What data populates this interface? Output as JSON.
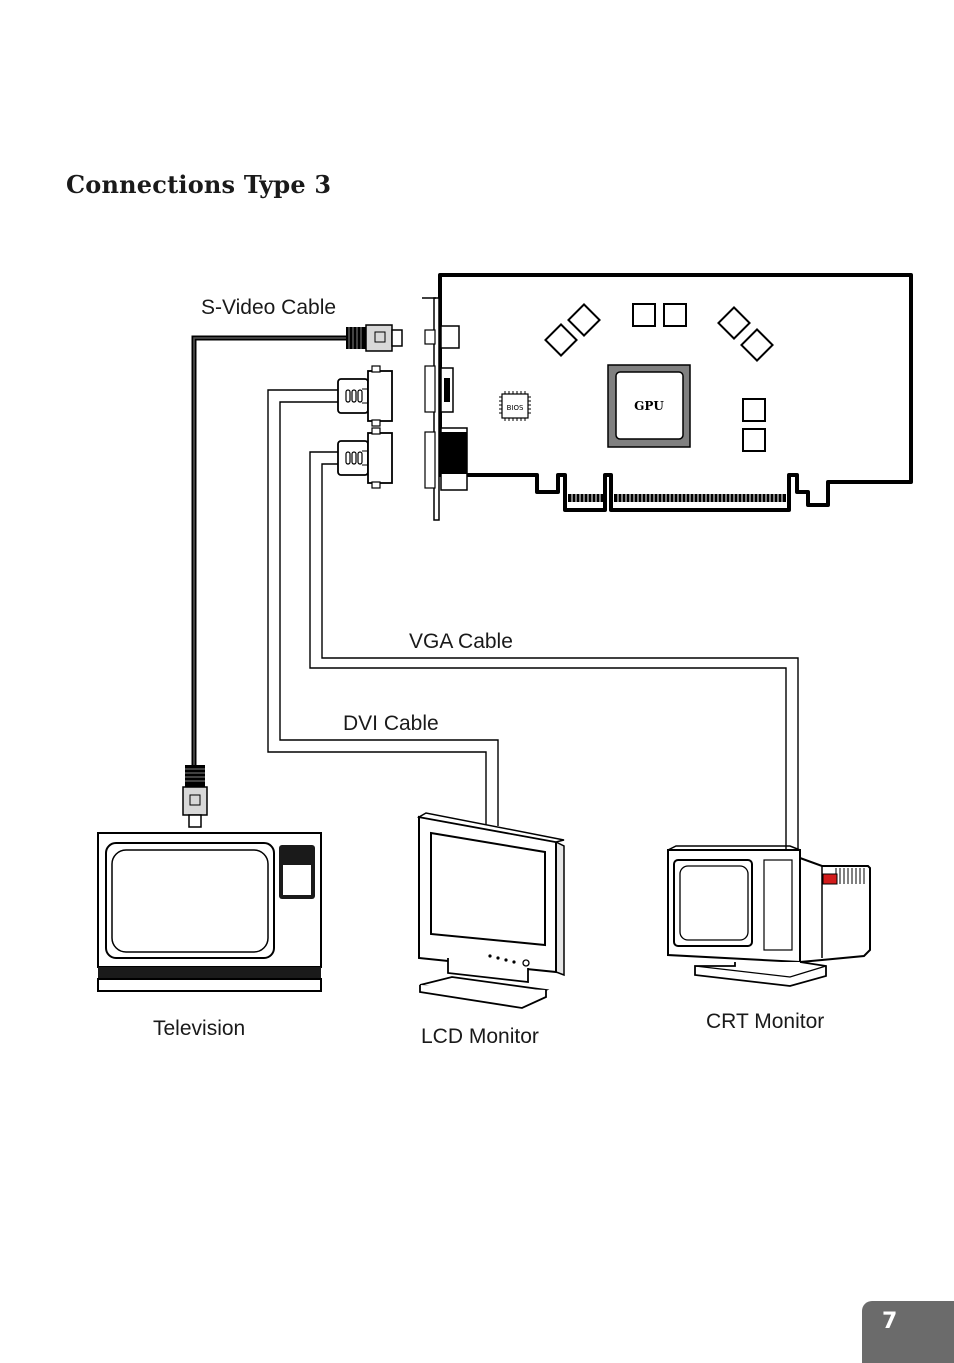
{
  "title": "Connections Type 3",
  "labels": {
    "svideo_cable": "S-Video Cable",
    "vga_cable": "VGA Cable",
    "dvi_cable": "DVI Cable",
    "television": "Television",
    "lcd_monitor": "LCD Monitor",
    "crt_monitor": "CRT Monitor"
  },
  "card": {
    "gpu_label": "GPU",
    "bios_label": "BIOS"
  },
  "page_number": "7",
  "colors": {
    "page_tab": "#6b6b6b",
    "crt_red_accent": "#d21c1c"
  }
}
